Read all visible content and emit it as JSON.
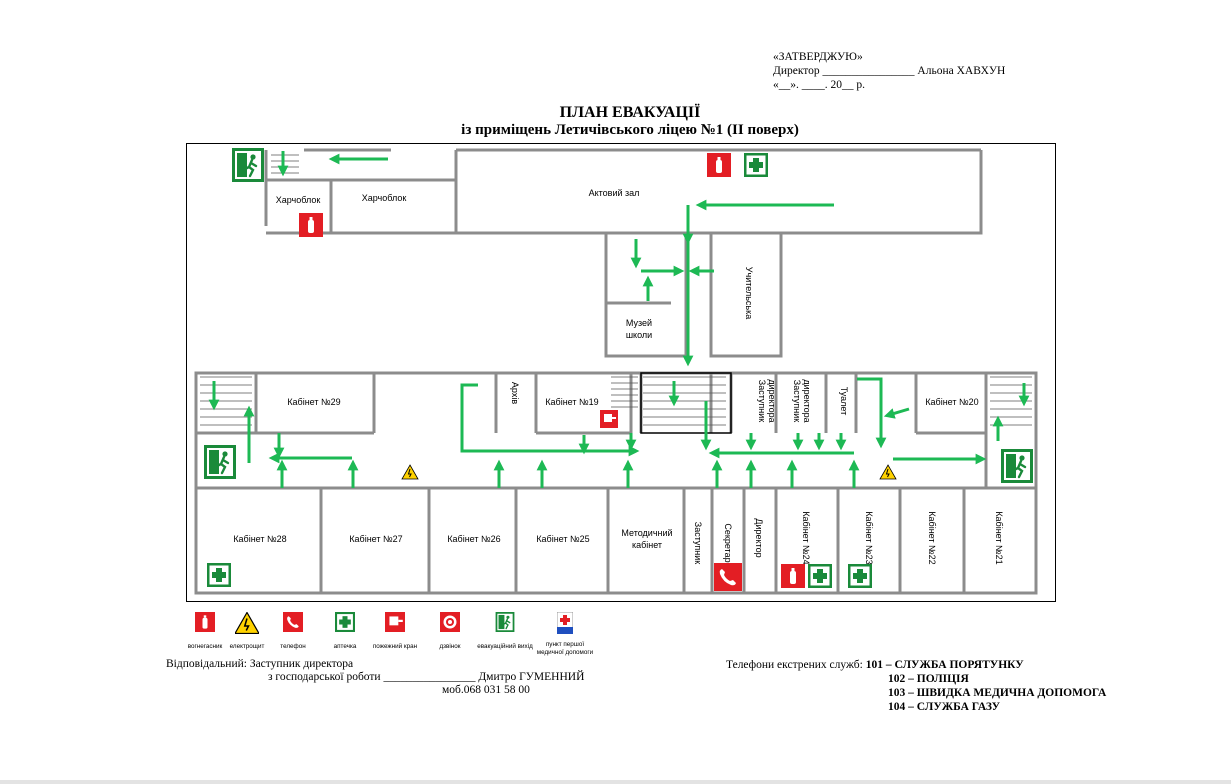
{
  "approval": {
    "line1": "«ЗАТВЕРДЖУЮ»",
    "line2": "Директор ________________ Альона ХАВХУН",
    "line3": "«__». ____. 20__ р."
  },
  "title": "ПЛАН ЕВАКУАЦІЇ",
  "subtitle": "із приміщень Летичівського ліцею №1 (ІІ поверх)",
  "rooms": {
    "harchoblok_1": "Харчоблок",
    "harchoblok_2": "Харчоблок",
    "aktovyi_zal": "Актовий зал",
    "muzei_1": "Музей",
    "muzei_2": "школи",
    "uchytelska": "Учительська",
    "kab29": "Кабінет №29",
    "arhiv": "Архів",
    "kab19": "Кабінет №19",
    "zast1_1": "Заступник",
    "zast1_2": "директора",
    "zast2_1": "Заступник",
    "zast2_2": "директора",
    "tualet": "Туалет",
    "kab20": "Кабінет №20",
    "kab28": "Кабінет №28",
    "kab27": "Кабінет №27",
    "kab26": "Кабінет №26",
    "kab25": "Кабінет №25",
    "metod_1": "Методичний",
    "metod_2": "кабінет",
    "zastupnyk": "Заступник",
    "sekretar": "Секретар",
    "dyrektor": "Директор",
    "kab24": "Кабінет №24",
    "kab23": "Кабінет №23",
    "kab22": "Кабінет №22",
    "kab21": "Кабінет №21"
  },
  "legend": [
    {
      "icon": "fire-extinguisher-icon",
      "label": "вогнегасник"
    },
    {
      "icon": "electrical-panel-icon",
      "label": "електрощит"
    },
    {
      "icon": "telephone-icon",
      "label": "телефон"
    },
    {
      "icon": "first-aid-kit-icon",
      "label": "аптечка"
    },
    {
      "icon": "fire-hydrant-icon",
      "label": "пожежний кран"
    },
    {
      "icon": "alarm-bell-icon",
      "label": "дзвінок"
    },
    {
      "icon": "emergency-exit-icon",
      "label": "евакуаційний вихід"
    },
    {
      "icon": "first-aid-point-icon",
      "label": "пункт першої медичної допомоги"
    }
  ],
  "responsible": {
    "line1": "Відповідальний: Заступник директора",
    "line2": "з господарської роботи  ________________ Дмитро ГУМЕННИЙ",
    "line3": "моб.068 031 58 00"
  },
  "emergency": {
    "label": "Телефони екстрених служб:",
    "items": [
      "101 – СЛУЖБА ПОРЯТУНКУ",
      "102 –  ПОЛІЦІЯ",
      "103 – ШВИДКА МЕДИЧНА ДОПОМОГА",
      "104 – СЛУЖБА ГАЗУ"
    ]
  },
  "colors": {
    "arrow": "#1db954",
    "safety_red": "#e31e24",
    "safety_green": "#1a8a3a",
    "warning_yellow": "#ffd200",
    "wall": "#8c8c8c"
  }
}
